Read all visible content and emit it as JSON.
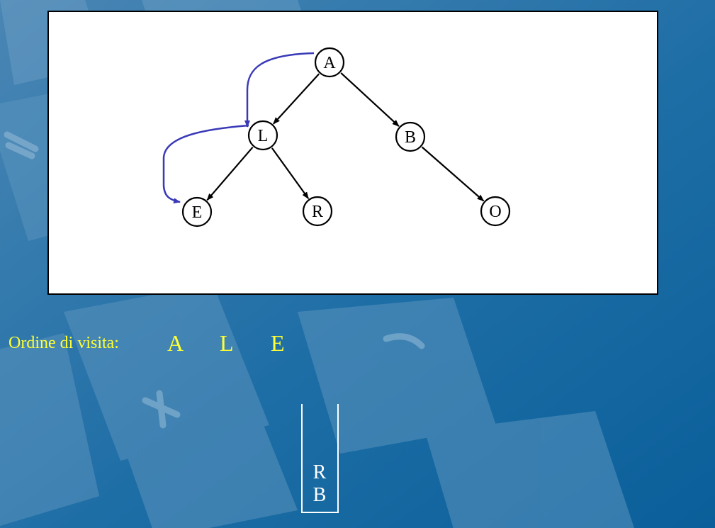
{
  "tree": {
    "nodes": [
      {
        "id": "A",
        "label": "A"
      },
      {
        "id": "L",
        "label": "L"
      },
      {
        "id": "B",
        "label": "B"
      },
      {
        "id": "E",
        "label": "E"
      },
      {
        "id": "R",
        "label": "R"
      },
      {
        "id": "O",
        "label": "O"
      }
    ],
    "edges": [
      {
        "from": "A",
        "to": "L"
      },
      {
        "from": "A",
        "to": "B"
      },
      {
        "from": "L",
        "to": "E"
      },
      {
        "from": "L",
        "to": "R"
      },
      {
        "from": "B",
        "to": "O"
      }
    ],
    "traversal_arrows": [
      {
        "from": "A",
        "to": "L"
      },
      {
        "from": "L",
        "to": "E"
      }
    ],
    "traversal_color": "#3a3ab8"
  },
  "visit": {
    "label": "Ordine di visita:",
    "order": [
      "A",
      "L",
      "E"
    ],
    "color": "#ffff33"
  },
  "stack": {
    "items": [
      "R",
      "B"
    ]
  }
}
